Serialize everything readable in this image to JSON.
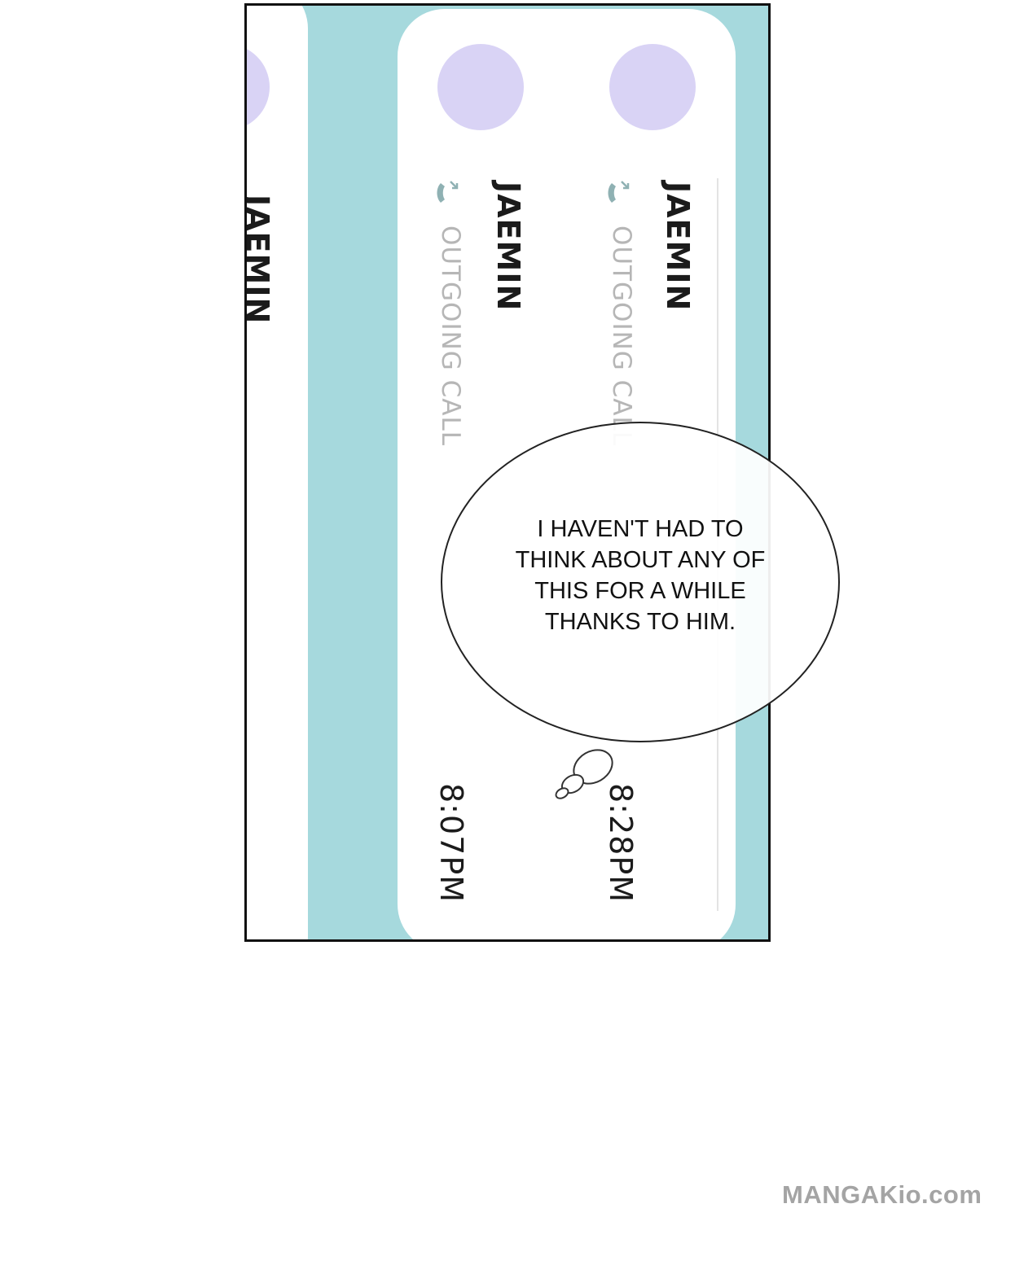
{
  "calls": [
    {
      "name": "JAEMIN",
      "type": "OUTGOING CALL",
      "time": "8:28PM",
      "icon": "outgoing-call-icon"
    },
    {
      "name": "JAEMIN",
      "type": "OUTGOING CALL",
      "time": "8:07PM",
      "icon": "outgoing-call-icon"
    },
    {
      "name": "JAEMIN"
    }
  ],
  "bubble": {
    "text": "I HAVEN'T HAD TO\nTHINK ABOUT ANY OF\nTHIS FOR A WHILE\nTHANKS TO HIM."
  },
  "watermark": "MANGAKio.com",
  "colors": {
    "panel_background": "#a6d9dd",
    "card": "#ffffff",
    "avatar": "#d9d3f5",
    "icon": "#8fb1b3",
    "secondary_text": "#b6b6b6"
  }
}
